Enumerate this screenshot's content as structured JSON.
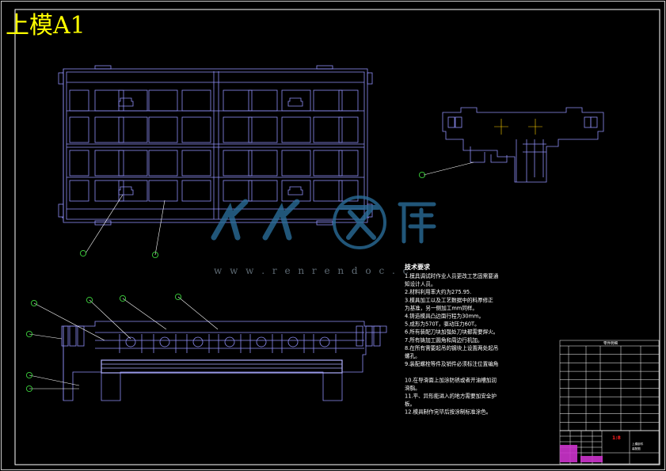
{
  "drawing": {
    "title": "上模A1",
    "watermark_brand": "人人文库",
    "watermark_url": "w w w . r e n r e n d o c . c"
  },
  "colors": {
    "background": "#000000",
    "frame": "#ffffff",
    "outline": "#8e8ef6",
    "title": "#ffff00",
    "leader": "#ffffff",
    "balloon": "#3cd23c",
    "centerline": "#ffd200",
    "watermark": "#2b6f9b"
  },
  "views": {
    "top_view_name": "top-view",
    "side_view_name": "side-view",
    "front_view_name": "front-view"
  },
  "technical_notes": {
    "heading": "技术要求",
    "lines": [
      "1.模具调试时作业人员更改工艺固需要通",
      "知设计人员。",
      "2.材料利用率大约为275.95.",
      "3.模具加工以及工艺数据中的料厚修正",
      "为基准，另一侧加工mm同样。",
      "4.铸造模具凸边面行程为30mm。",
      "5.成形为570T，驱动压力60T。",
      "6.所有装配刀块加强处刀块都需要焊火。",
      "7.所有铸加工圆角和周边行机加。",
      "8.在所有需要起吊的钢块上设置两处起吊",
      "螺孔。",
      "9.装配螺栓等件及销件必须标注位置编角",
      "",
      "10.在导滑面上加涂防锈或者开油槽加润",
      "滑脂。",
      "11.平、异形能进入的地方需要加安全护",
      "板。",
      "12.模具制作完毕后按涂制标准涂色。"
    ]
  },
  "bom": {
    "header_label": "零件明细",
    "rows": 10
  },
  "title_block": {
    "scale_mark": "1:8",
    "caption_line1": "上模部件",
    "caption_line2": "装配图"
  }
}
